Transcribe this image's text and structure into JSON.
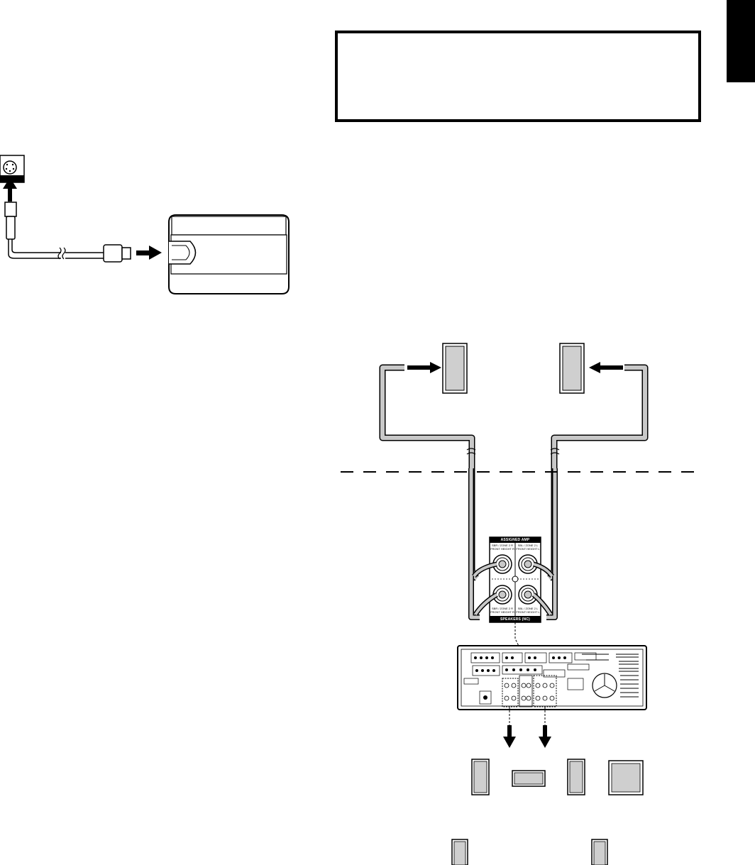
{
  "terminal_panel": {
    "header": "ASSIGNED AMP",
    "footer": "SPEAKERS (NC)",
    "terminals": [
      {
        "label_line1": "SBR / ZONE 2 R",
        "label_line2": "FRONT HEIGHT R"
      },
      {
        "label_line1": "SBL / ZONE 2 L",
        "label_line2": "FRONT HEIGHT L"
      },
      {
        "label_line1": "SBR / ZONE 2 R",
        "label_line2": "FRONT HEIGHT R"
      },
      {
        "label_line1": "SBL / ZONE 2 L",
        "label_line2": "FRONT HEIGHT L"
      }
    ]
  },
  "colors": {
    "ink": "#000000",
    "speaker_fill": "#cfcfcf",
    "cable_fill": "#c8c8c8",
    "page": "#ffffff"
  }
}
